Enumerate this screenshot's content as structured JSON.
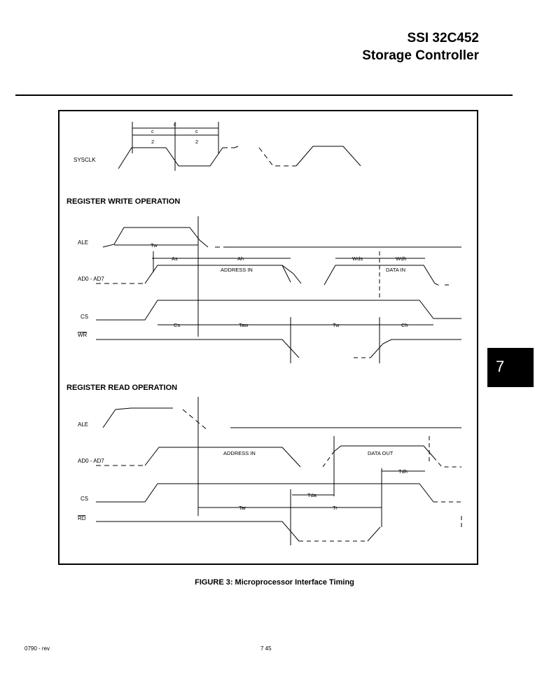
{
  "header": {
    "part": "SSI 32C452",
    "title": "Storage Controller"
  },
  "side_tab": "7",
  "figure": {
    "signals": {
      "sysclk": "SYSCLK",
      "ale": "ALE",
      "ad": "AD0 - AD7",
      "cs": "CS",
      "wr": "WR",
      "rd": "RD"
    },
    "sections": {
      "write": "REGISTER WRITE OPERATION",
      "read": "REGISTER READ OPERATION"
    },
    "params": {
      "c": "c",
      "half_num": "c",
      "half_den": "2",
      "tw_ale": "Tw",
      "as": "As",
      "ah": "Ah",
      "wds": "Wds",
      "wdh": "Wdh",
      "cs": "Cs",
      "taw": "Taw",
      "tw": "Tw",
      "ch": "Ch",
      "tda": "Tda",
      "tar": "Tar",
      "tr": "Tr",
      "tdh": "Tdh"
    },
    "bus_labels": {
      "address_in": "ADDRESS IN",
      "data_in": "DATA IN",
      "data_out": "DATA OUT"
    },
    "caption": "FIGURE 3:  Microprocessor Interface Timing"
  },
  "footer": {
    "left": "0790 - rev",
    "center": "7 45"
  }
}
